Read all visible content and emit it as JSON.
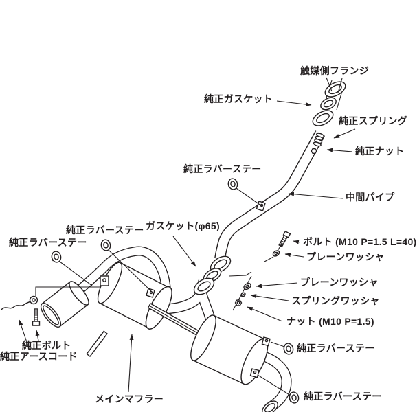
{
  "figure": {
    "type": "exploded-parts-diagram",
    "subject": "exhaust-system-installation",
    "background": "#ffffff",
    "ink": "#231f20"
  },
  "labels": [
    {
      "id": "catalyst-flange",
      "text": "触媒側フランジ"
    },
    {
      "id": "stock-gasket",
      "text": "純正ガスケット"
    },
    {
      "id": "stock-spring",
      "text": "純正スプリング"
    },
    {
      "id": "stock-nut",
      "text": "純正ナット"
    },
    {
      "id": "stock-rubber-stay-mid",
      "text": "純正ラバーステー"
    },
    {
      "id": "mid-pipe",
      "text": "中間パイプ"
    },
    {
      "id": "gasket-65",
      "text": "ガスケット(φ65)"
    },
    {
      "id": "stock-rubber-stay-left-upper",
      "text": "純正ラバーステー"
    },
    {
      "id": "stock-rubber-stay-left-lower",
      "text": "純正ラバーステー"
    },
    {
      "id": "bolt-m10",
      "text": "ボルト (M10 P=1.5 L=40)"
    },
    {
      "id": "plain-washer-upper",
      "text": "プレーンワッシャ"
    },
    {
      "id": "plain-washer-lower",
      "text": "プレーンワッシャ"
    },
    {
      "id": "spring-washer",
      "text": "スプリングワッシャ"
    },
    {
      "id": "nut-m10",
      "text": "ナット (M10 P=1.5)"
    },
    {
      "id": "stock-rubber-stay-right-upper",
      "text": "純正ラバーステー"
    },
    {
      "id": "stock-rubber-stay-right-lower",
      "text": "純正ラバーステー"
    },
    {
      "id": "stock-bolt",
      "text": "純正ボルト"
    },
    {
      "id": "stock-earth-cord",
      "text": "純正アースコード"
    },
    {
      "id": "main-muffler",
      "text": "メインマフラー"
    }
  ]
}
